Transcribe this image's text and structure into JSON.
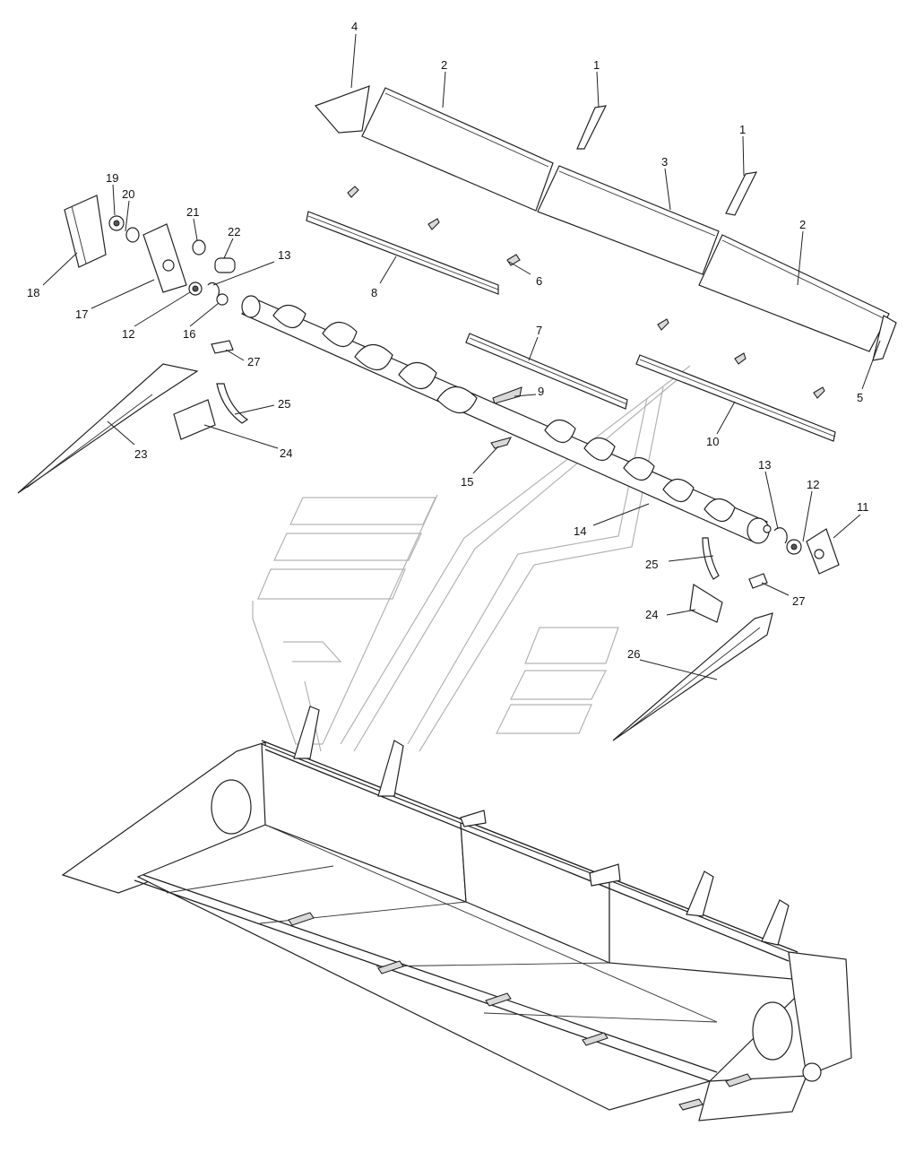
{
  "diagram": {
    "callouts": [
      {
        "id": "c-4",
        "label": "4"
      },
      {
        "id": "c-2a",
        "label": "2"
      },
      {
        "id": "c-1a",
        "label": "1"
      },
      {
        "id": "c-1b",
        "label": "1"
      },
      {
        "id": "c-3",
        "label": "3"
      },
      {
        "id": "c-2b",
        "label": "2"
      },
      {
        "id": "c-19",
        "label": "19"
      },
      {
        "id": "c-20",
        "label": "20"
      },
      {
        "id": "c-21",
        "label": "21"
      },
      {
        "id": "c-22",
        "label": "22"
      },
      {
        "id": "c-13a",
        "label": "13"
      },
      {
        "id": "c-18",
        "label": "18"
      },
      {
        "id": "c-17",
        "label": "17"
      },
      {
        "id": "c-12a",
        "label": "12"
      },
      {
        "id": "c-16",
        "label": "16"
      },
      {
        "id": "c-8",
        "label": "8"
      },
      {
        "id": "c-6",
        "label": "6"
      },
      {
        "id": "c-5",
        "label": "5"
      },
      {
        "id": "c-7",
        "label": "7"
      },
      {
        "id": "c-27a",
        "label": "27"
      },
      {
        "id": "c-9",
        "label": "9"
      },
      {
        "id": "c-25a",
        "label": "25"
      },
      {
        "id": "c-23",
        "label": "23"
      },
      {
        "id": "c-24a",
        "label": "24"
      },
      {
        "id": "c-10",
        "label": "10"
      },
      {
        "id": "c-15",
        "label": "15"
      },
      {
        "id": "c-13b",
        "label": "13"
      },
      {
        "id": "c-12b",
        "label": "12"
      },
      {
        "id": "c-11",
        "label": "11"
      },
      {
        "id": "c-14",
        "label": "14"
      },
      {
        "id": "c-25b",
        "label": "25"
      },
      {
        "id": "c-27b",
        "label": "27"
      },
      {
        "id": "c-24b",
        "label": "24"
      },
      {
        "id": "c-26",
        "label": "26"
      }
    ]
  }
}
